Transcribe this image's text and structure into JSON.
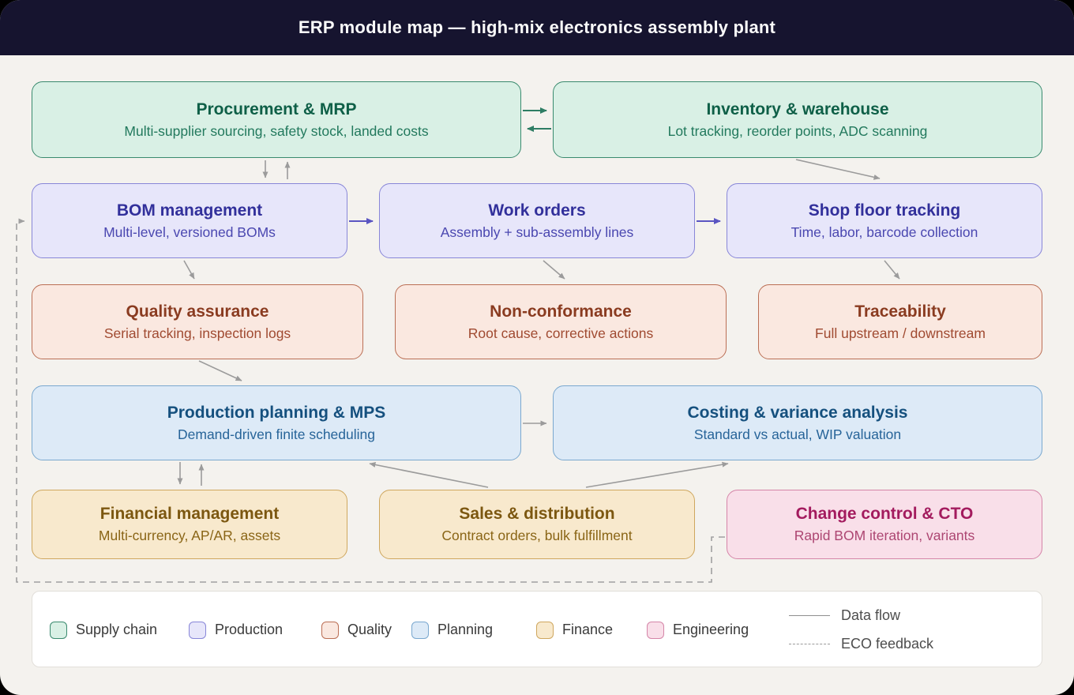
{
  "header": {
    "title": "ERP module map — high-mix electronics assembly plant"
  },
  "diagram": {
    "nodes": {
      "procurement": {
        "title": "Procurement & MRP",
        "subtitle": "Multi-supplier sourcing, safety stock, landed costs",
        "category": "Supply chain"
      },
      "inventory": {
        "title": "Inventory & warehouse",
        "subtitle": "Lot tracking, reorder points, ADC scanning",
        "category": "Supply chain"
      },
      "bom": {
        "title": "BOM management",
        "subtitle": "Multi-level, versioned BOMs",
        "category": "Production"
      },
      "workorders": {
        "title": "Work orders",
        "subtitle": "Assembly + sub-assembly lines",
        "category": "Production"
      },
      "shopfloor": {
        "title": "Shop floor tracking",
        "subtitle": "Time, labor, barcode collection",
        "category": "Production"
      },
      "qa": {
        "title": "Quality assurance",
        "subtitle": "Serial tracking, inspection logs",
        "category": "Quality"
      },
      "ncr": {
        "title": "Non-conformance",
        "subtitle": "Root cause, corrective actions",
        "category": "Quality"
      },
      "trace": {
        "title": "Traceability",
        "subtitle": "Full upstream / downstream",
        "category": "Quality"
      },
      "planning": {
        "title": "Production planning & MPS",
        "subtitle": "Demand-driven finite scheduling",
        "category": "Planning"
      },
      "costing": {
        "title": "Costing & variance analysis",
        "subtitle": "Standard vs actual, WIP valuation",
        "category": "Planning"
      },
      "finance": {
        "title": "Financial management",
        "subtitle": "Multi-currency, AP/AR, assets",
        "category": "Finance"
      },
      "sales": {
        "title": "Sales & distribution",
        "subtitle": "Contract orders, bulk fulfillment",
        "category": "Finance"
      },
      "change": {
        "title": "Change control & CTO",
        "subtitle": "Rapid BOM iteration, variants",
        "category": "Engineering"
      }
    },
    "edges": [
      {
        "from": "procurement",
        "to": "inventory",
        "type": "data-flow",
        "color": "#2e7d64"
      },
      {
        "from": "inventory",
        "to": "procurement",
        "type": "data-flow",
        "color": "#2e7d64"
      },
      {
        "from": "procurement",
        "to": "bom",
        "type": "data-flow"
      },
      {
        "from": "bom",
        "to": "procurement",
        "type": "data-flow"
      },
      {
        "from": "inventory",
        "to": "shopfloor",
        "type": "data-flow"
      },
      {
        "from": "bom",
        "to": "workorders",
        "type": "data-flow",
        "color": "#5a55c2"
      },
      {
        "from": "workorders",
        "to": "shopfloor",
        "type": "data-flow",
        "color": "#5a55c2"
      },
      {
        "from": "bom",
        "to": "qa",
        "type": "data-flow"
      },
      {
        "from": "workorders",
        "to": "ncr",
        "type": "data-flow"
      },
      {
        "from": "shopfloor",
        "to": "trace",
        "type": "data-flow"
      },
      {
        "from": "qa",
        "to": "planning",
        "type": "data-flow"
      },
      {
        "from": "planning",
        "to": "costing",
        "type": "data-flow"
      },
      {
        "from": "planning",
        "to": "finance",
        "type": "data-flow"
      },
      {
        "from": "finance",
        "to": "planning",
        "type": "data-flow"
      },
      {
        "from": "sales",
        "to": "planning",
        "type": "data-flow"
      },
      {
        "from": "sales",
        "to": "costing",
        "type": "data-flow"
      },
      {
        "from": "change",
        "to": "bom",
        "type": "eco-feedback"
      }
    ]
  },
  "legend": {
    "items": [
      {
        "label": "Supply chain",
        "fill": "#d9f0e5",
        "border": "#3a8a6e"
      },
      {
        "label": "Production",
        "fill": "#e7e6fa",
        "border": "#8886d8"
      },
      {
        "label": "Quality",
        "fill": "#fae8e0",
        "border": "#bb6f55"
      },
      {
        "label": "Planning",
        "fill": "#ddeaf7",
        "border": "#7aa8cf"
      },
      {
        "label": "Finance",
        "fill": "#f8e9cd",
        "border": "#cfa75e"
      },
      {
        "label": "Engineering",
        "fill": "#f9dfe9",
        "border": "#d585a8"
      }
    ],
    "lines": [
      {
        "label": "Data flow",
        "style": "solid"
      },
      {
        "label": "ECO feedback",
        "style": "dashed"
      }
    ]
  },
  "colors": {
    "header_bg": "#16142f",
    "canvas_bg": "#f4f2ee",
    "arrow_gray": "#9b9b9b",
    "arrow_green": "#2e7d64",
    "arrow_purple": "#5a55c2",
    "arrow_dashed": "#a0a0a0"
  }
}
